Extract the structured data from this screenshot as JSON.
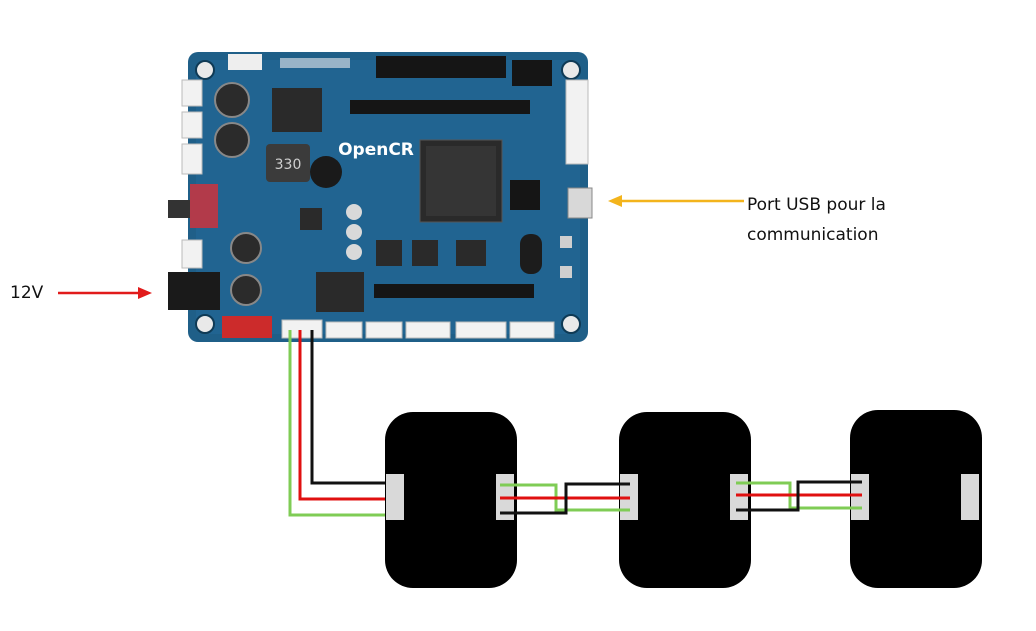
{
  "labels": {
    "voltage": "12V",
    "usb_line1": "Port USB pour la",
    "usb_line2": "communication"
  },
  "board": {
    "brand": "OpenCR",
    "inductor": "330"
  },
  "colors": {
    "power_arrow": "#e11b1b",
    "usb_arrow": "#f3b41c",
    "wire_black": "#111111",
    "wire_red": "#e01010",
    "wire_green": "#7fcc55",
    "module_body": "#000000",
    "connector": "#d9d9d9",
    "board_blue": "#1f5f88"
  }
}
